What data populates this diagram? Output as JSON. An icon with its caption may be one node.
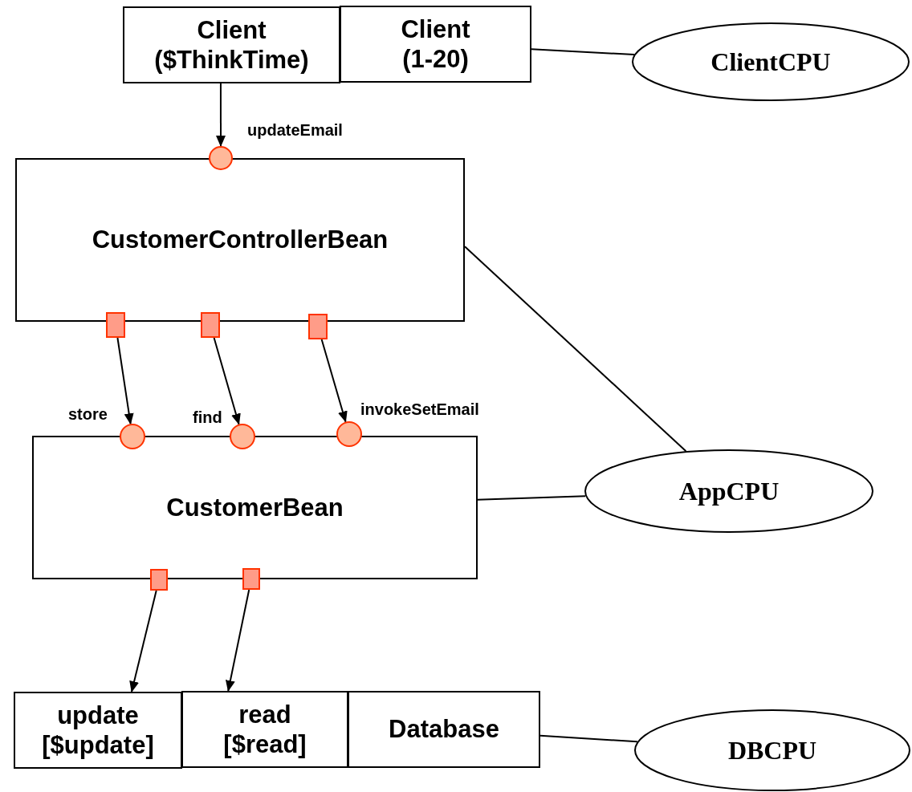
{
  "diagram": {
    "nodes": [
      {
        "text": [
          "Client ($ThinkTime)"
        ]
      },
      {
        "text": [
          "Client (1-20)"
        ]
      },
      {
        "text": [
          "ClientCPU"
        ]
      },
      {
        "text": [
          "CustomerControllerBean"
        ]
      },
      {
        "text": [],
        "shape": "circle",
        "beside": [
          "updateEmail"
        ]
      },
      {
        "text": [],
        "shape": "box"
      },
      {
        "text": [],
        "shape": "box"
      },
      {
        "text": [],
        "shape": "box"
      },
      {
        "text": [
          "CustomerBean"
        ]
      },
      {
        "text": [],
        "shape": "circle",
        "beside": [
          "store"
        ]
      },
      {
        "text": [],
        "shape": "circle",
        "beside": [
          "find"
        ]
      },
      {
        "text": [],
        "shape": "circle",
        "beside": [
          "invokeSetEmail"
        ]
      },
      {
        "text": [],
        "shape": "box"
      },
      {
        "text": [],
        "shape": "box"
      },
      {
        "text": [
          "AppCPU"
        ]
      },
      {
        "text": [
          "update [$update]"
        ]
      },
      {
        "text": [
          "read [$read]"
        ]
      },
      {
        "text": [
          "Database"
        ]
      },
      {
        "text": [
          "DBCPU"
        ]
      }
    ],
    "edges": [
      {
        "from": 0,
        "to": 4,
        "arrow": "to"
      },
      {
        "from": 5,
        "to": 9,
        "arrow": "to"
      },
      {
        "from": 6,
        "to": 10,
        "arrow": "to"
      },
      {
        "from": 7,
        "to": 11,
        "arrow": "to"
      },
      {
        "from": 12,
        "to": 15,
        "arrow": "to"
      },
      {
        "from": 13,
        "to": 16,
        "arrow": "to"
      },
      {
        "from": 1,
        "to": 2,
        "arrow": "none"
      },
      {
        "from": 3,
        "to": 14,
        "arrow": "none"
      },
      {
        "from": 8,
        "to": 14,
        "arrow": "none"
      },
      {
        "from": 17,
        "to": 18,
        "arrow": "none"
      }
    ]
  }
}
